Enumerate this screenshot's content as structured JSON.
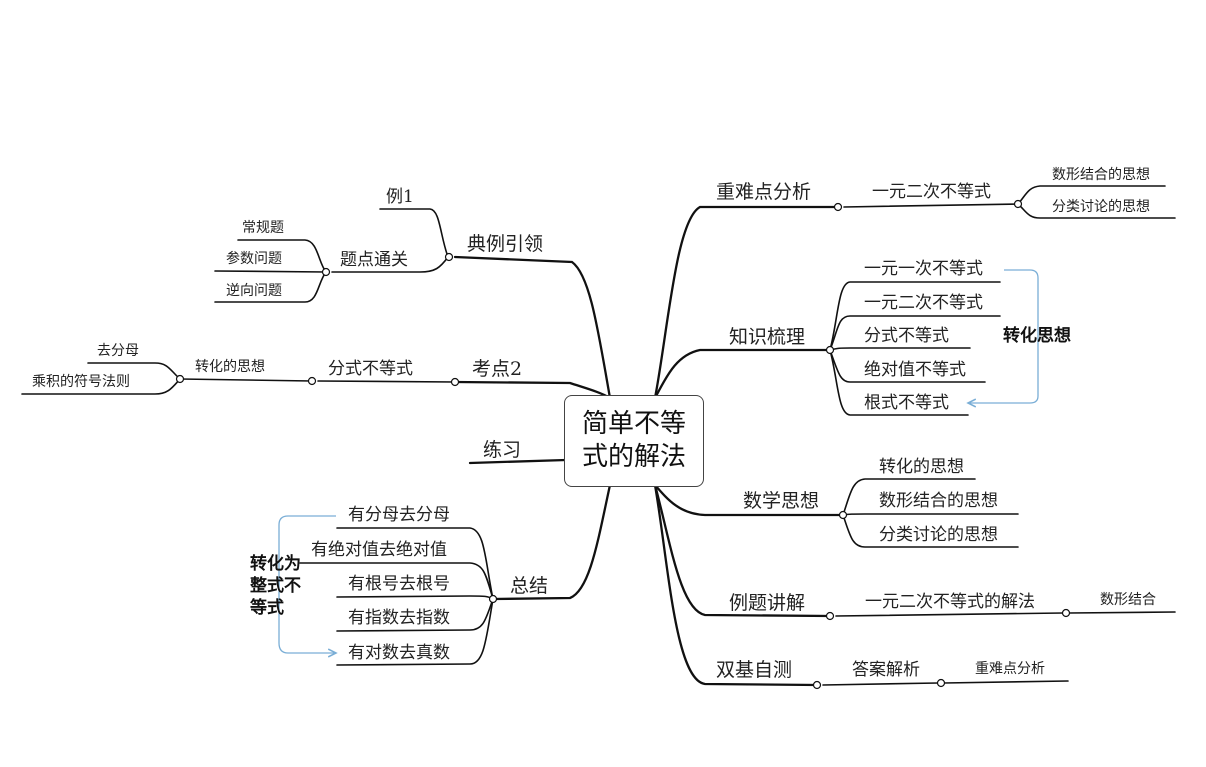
{
  "root": {
    "title": "简单不等式的解法"
  },
  "left": {
    "dianli": {
      "label": "典例引领",
      "li1": "例1",
      "tidian": "题点通关",
      "items": [
        "常规题",
        "参数问题",
        "逆向问题"
      ]
    },
    "kaodian": {
      "label": "考点2",
      "fenshi": "分式不等式",
      "zhuanhua": "转化的思想",
      "items": [
        "去分母",
        "乘积的符号法则"
      ]
    },
    "lianxi": {
      "label": "练习"
    },
    "zongjie": {
      "label": "总结",
      "items": [
        "有分母去分母",
        "有绝对值去绝对值",
        "有根号去根号",
        "有指数去指数",
        "有对数去真数"
      ],
      "note": "转化为整式不等式"
    }
  },
  "right": {
    "zhongnan": {
      "label": "重难点分析",
      "sub": "一元二次不等式",
      "items": [
        "数形结合的思想",
        "分类讨论的思想"
      ]
    },
    "zhishi": {
      "label": "知识梳理",
      "items": [
        "一元一次不等式",
        "一元二次不等式",
        "分式不等式",
        "绝对值不等式",
        "根式不等式"
      ],
      "note": "转化思想"
    },
    "sixiang": {
      "label": "数学思想",
      "items": [
        "转化的思想",
        "数形结合的思想",
        "分类讨论的思想"
      ]
    },
    "liti": {
      "label": "例题讲解",
      "sub": "一元二次不等式的解法",
      "leaf": "数形结合"
    },
    "shuangji": {
      "label": "双基自测",
      "sub": "答案解析",
      "leaf": "重难点分析"
    }
  },
  "colors": {
    "line": "#111111",
    "relation": "#7aaed6"
  }
}
